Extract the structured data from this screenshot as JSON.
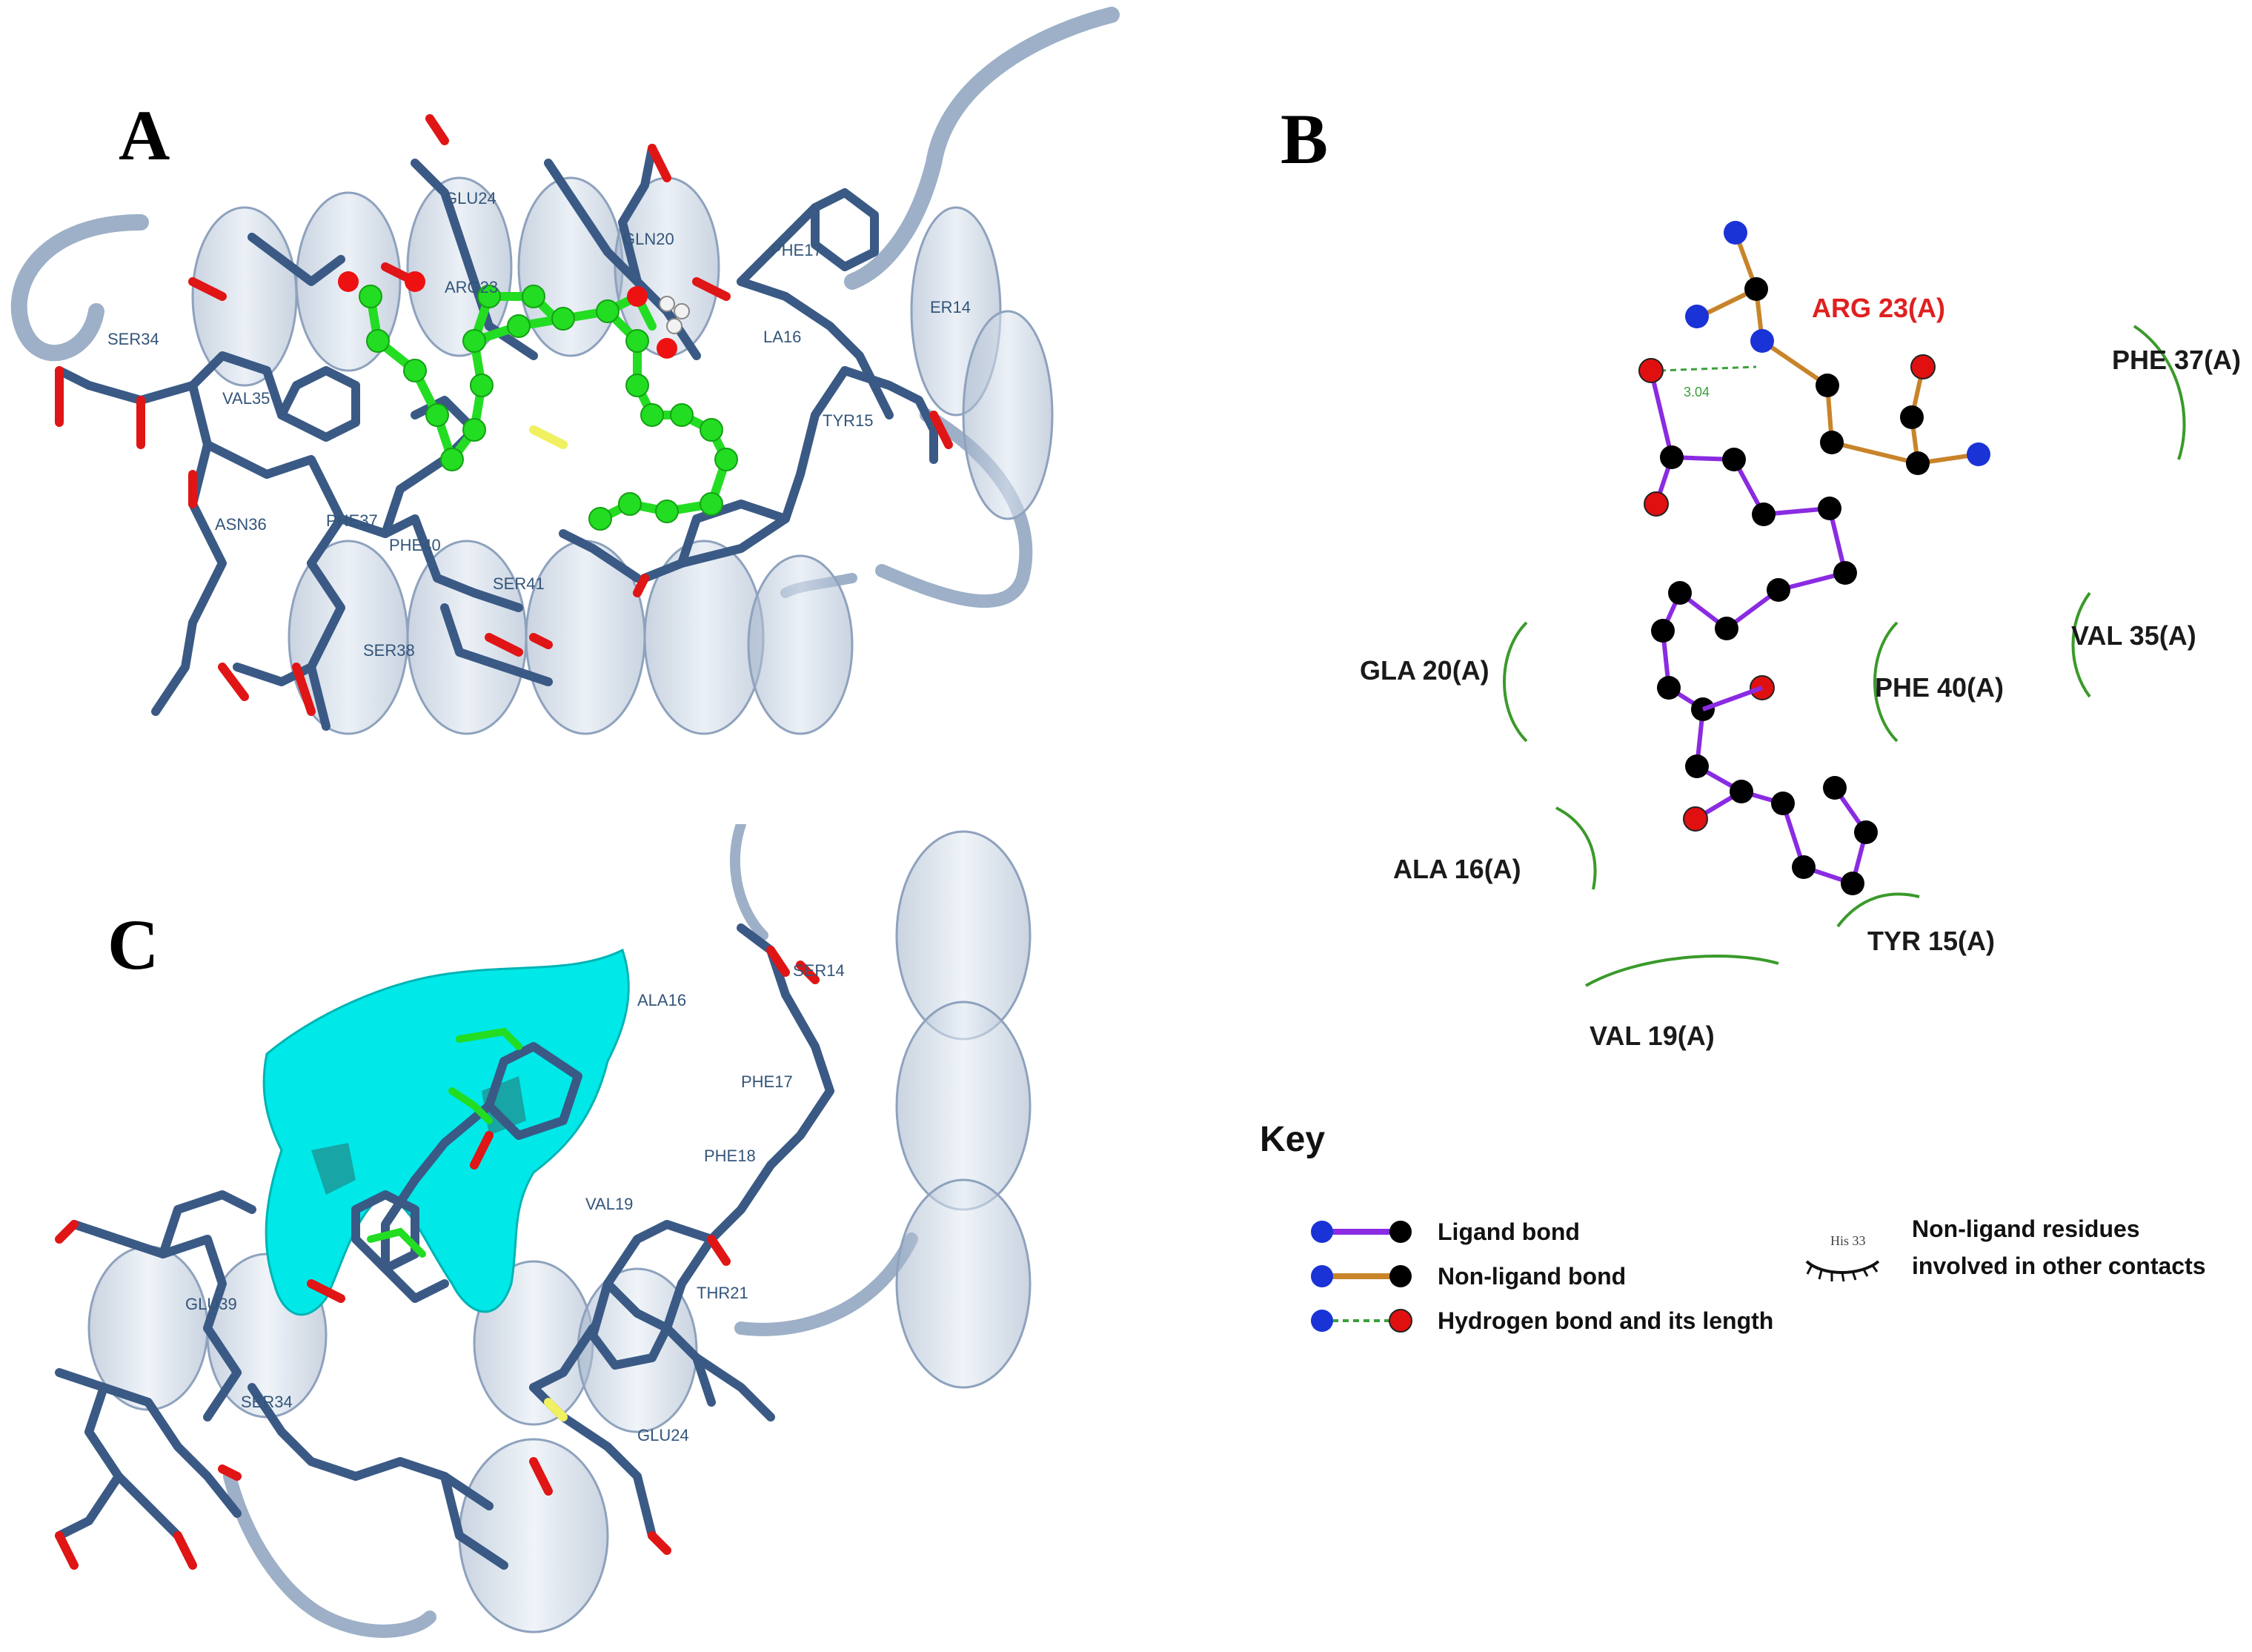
{
  "panels": {
    "a": {
      "letter": "A"
    },
    "b": {
      "letter": "B"
    },
    "c": {
      "letter": "C"
    }
  },
  "panel_a_residues": [
    "GLU24",
    "GLN20",
    "PHE17",
    "ARG23",
    "SER34",
    "VAL35",
    "LA16",
    "ER14",
    "TYR15",
    "ASN36",
    "PHE37",
    "PHE40",
    "SER41",
    "SER38"
  ],
  "panel_c_residues": [
    "SER14",
    "ALA16",
    "PHE17",
    "VAL19",
    "PHE18",
    "THR21",
    "GLU39",
    "SER34",
    "GLU24"
  ],
  "panel_b": {
    "h_bond": "3.04",
    "residues": {
      "arg23": "ARG 23(A)",
      "phe37": "PHE 37(A)",
      "gla20": "GLA 20(A)",
      "phe40": "PHE 40(A)",
      "val35": "VAL 35(A)",
      "ala16": "ALA 16(A)",
      "tyr15": "TYR 15(A)",
      "val19": "VAL 19(A)"
    }
  },
  "key": {
    "title": "Key",
    "ligand_bond": "Ligand bond",
    "nonligand_bond": "Non-ligand bond",
    "hbond": "Hydrogen bond and its length",
    "nonligand_residues_line1": "Non-ligand residues",
    "nonligand_residues_line2": "involved in other contacts",
    "sample_residue": "His 33"
  },
  "colors": {
    "ligand_bond": "#8a2be2",
    "nonligand_bond": "#c8842a",
    "hbond": "#3aa03a",
    "carbon": "#000000",
    "oxygen": "#e00000",
    "nitrogen": "#0033cc",
    "ligand_3d": "#22dd22",
    "protein_stick": "#3a5a85",
    "ribbon": "#b8c6d8",
    "pocket_surface": "#00e5e5",
    "arg_label": "#e02020"
  }
}
